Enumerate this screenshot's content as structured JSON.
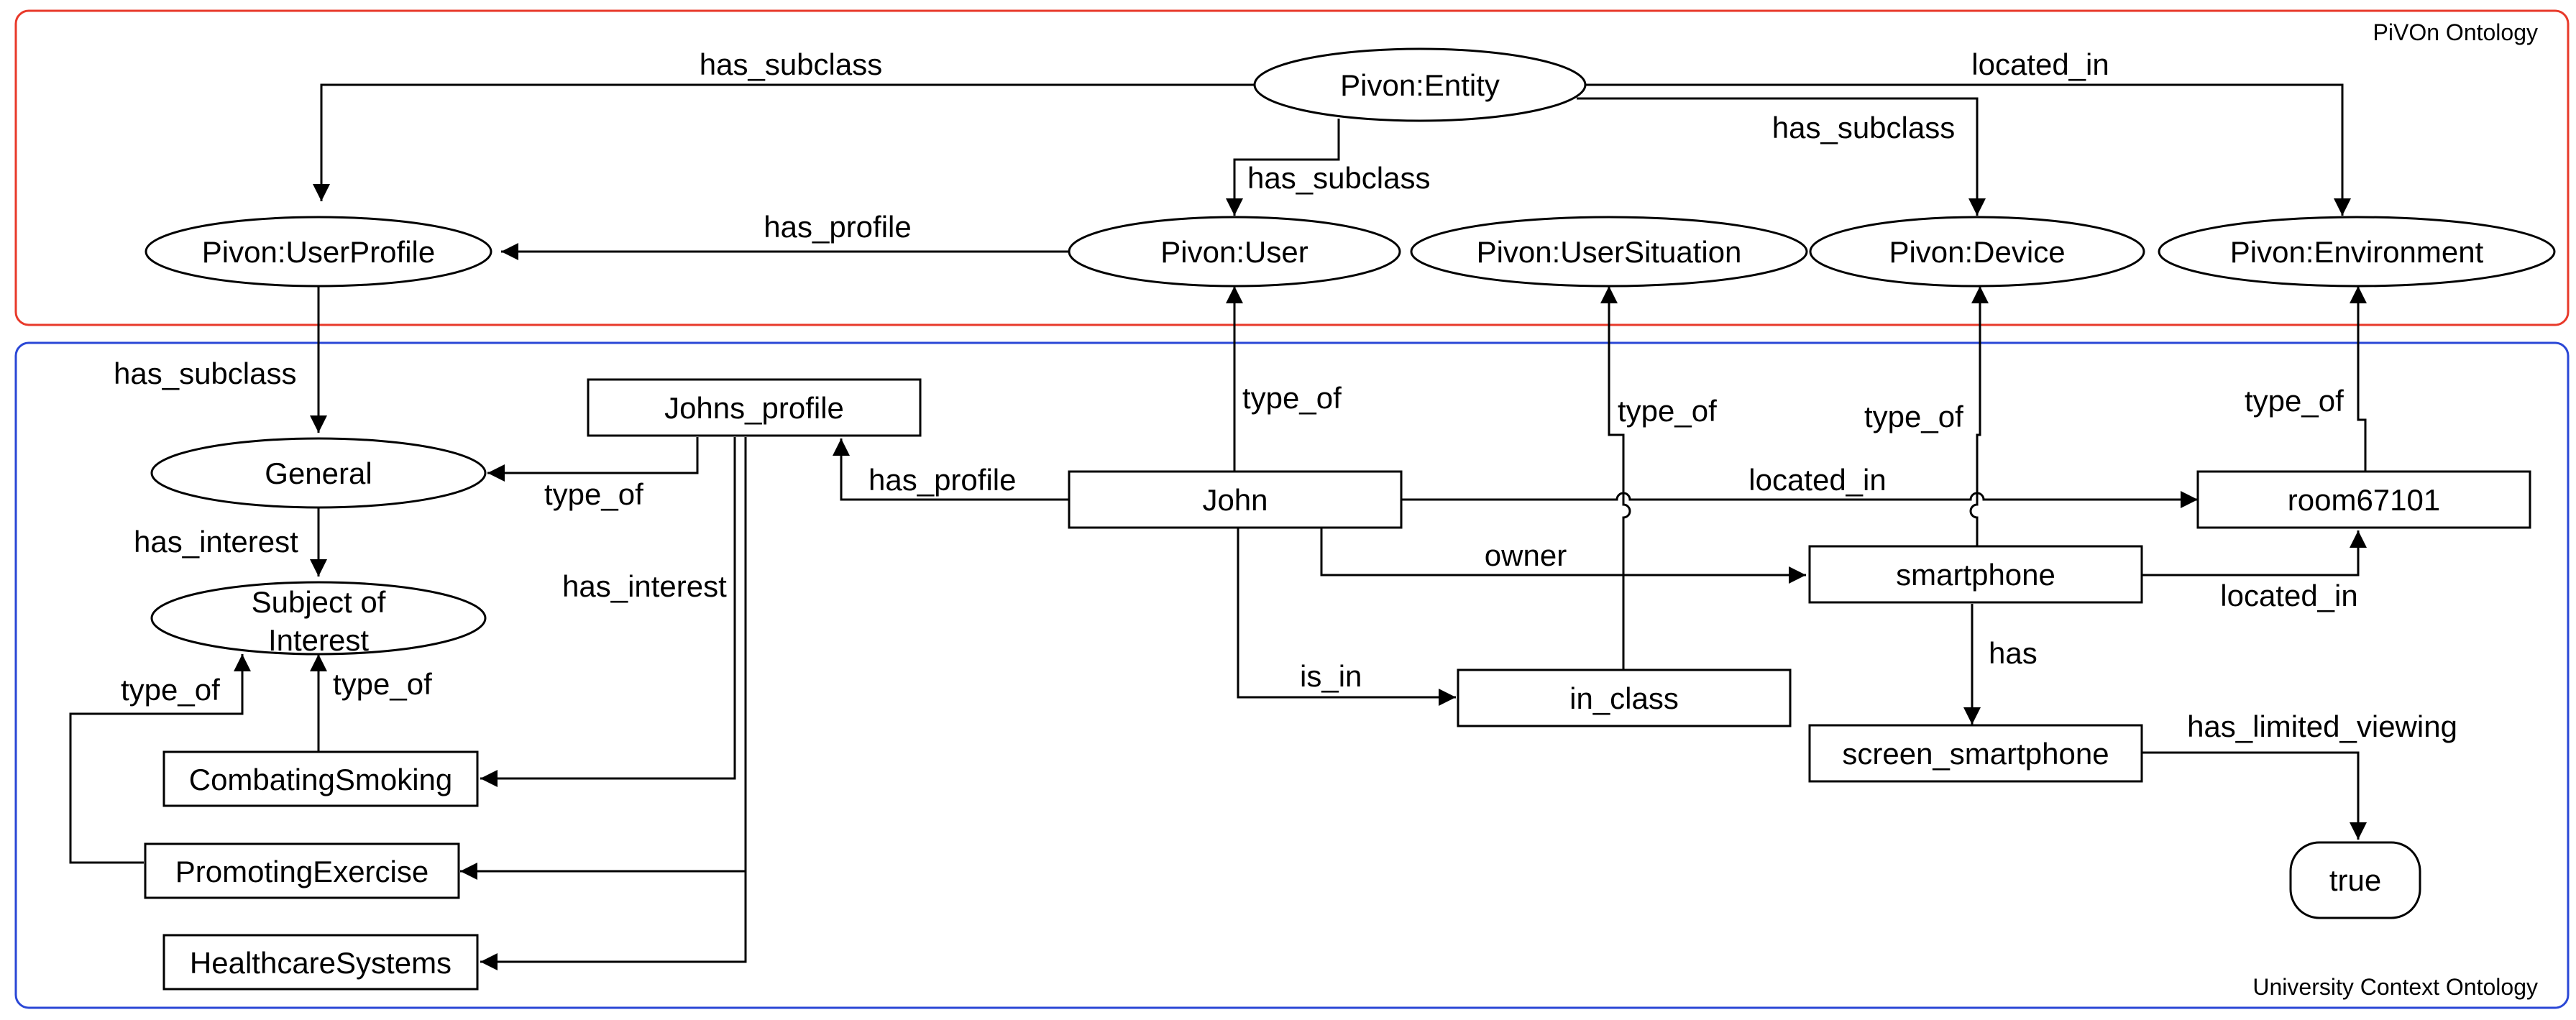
{
  "regions": {
    "pivon": {
      "label": "PiVOn Ontology",
      "color": "#e8392a"
    },
    "university": {
      "label": "University Context Ontology",
      "color": "#2a47d6"
    }
  },
  "nodes": {
    "pivon_entity": "Pivon:Entity",
    "pivon_userprofile": "Pivon:UserProfile",
    "pivon_user": "Pivon:User",
    "pivon_usersituation": "Pivon:UserSituation",
    "pivon_device": "Pivon:Device",
    "pivon_environment": "Pivon:Environment",
    "general": "General",
    "subject_line1": "Subject of",
    "subject_line2": "Interest",
    "johns_profile": "Johns_profile",
    "john": "John",
    "room": "room67101",
    "smartphone": "smartphone",
    "in_class": "in_class",
    "screen_smartphone": "screen_smartphone",
    "combating_smoking": "CombatingSmoking",
    "promoting_exercise": "PromotingExercise",
    "healthcare_systems": "HealthcareSystems",
    "true_value": "true"
  },
  "edges": {
    "has_subclass_userprofile": "has_subclass",
    "located_in_environment": "located_in",
    "has_subclass_device": "has_subclass",
    "has_subclass_user": "has_subclass",
    "has_profile_pivon": "has_profile",
    "has_subclass_general": "has_subclass",
    "type_of_user": "type_of",
    "type_of_usersituation": "type_of",
    "type_of_device": "type_of",
    "type_of_environment": "type_of",
    "type_of_general": "type_of",
    "has_profile_john": "has_profile",
    "located_in_john": "located_in",
    "has_interest_general": "has_interest",
    "has_interest_profile": "has_interest",
    "owner": "owner",
    "located_in_smartphone": "located_in",
    "type_of_promoting": "type_of",
    "type_of_combating": "type_of",
    "is_in": "is_in",
    "has": "has",
    "has_limited_viewing": "has_limited_viewing"
  }
}
